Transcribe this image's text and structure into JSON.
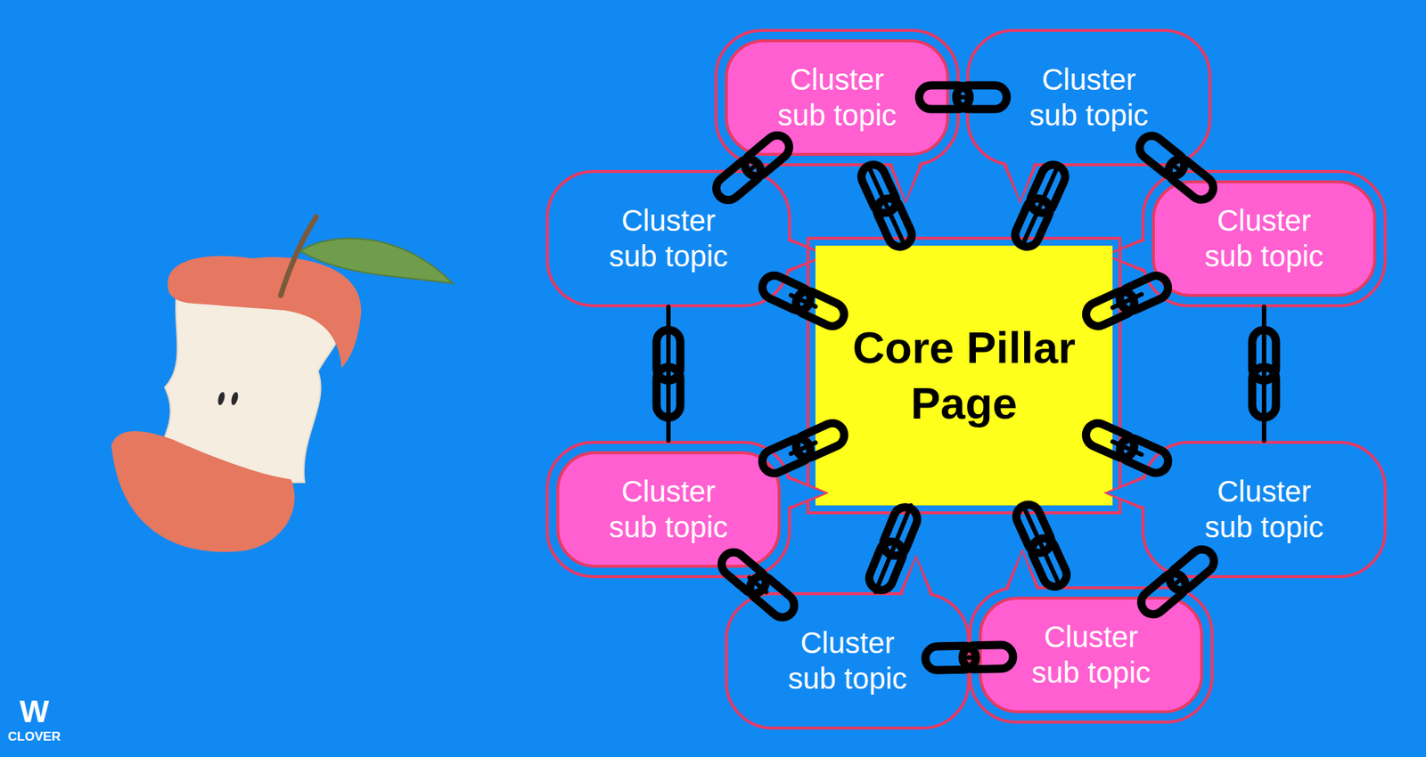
{
  "diagram": {
    "nodes": [
      {
        "text": [
          "Cluster sub topic"
        ]
      },
      {
        "text": [
          "Cluster sub topic"
        ]
      },
      {
        "text": [
          "Cluster sub topic"
        ]
      },
      {
        "text": [
          "Cluster sub topic"
        ]
      },
      {
        "text": [
          "Core Pillar Page"
        ]
      },
      {
        "text": [
          "Cluster sub topic"
        ]
      },
      {
        "text": [
          "Cluster sub topic"
        ]
      },
      {
        "text": [
          "Cluster sub topic"
        ]
      },
      {
        "text": [
          "Cluster sub topic"
        ]
      }
    ],
    "edges": [
      {
        "from": 0,
        "to": 4,
        "arrow": "none"
      },
      {
        "from": 1,
        "to": 4,
        "arrow": "none"
      },
      {
        "from": 2,
        "to": 4,
        "arrow": "none"
      },
      {
        "from": 3,
        "to": 4,
        "arrow": "none"
      },
      {
        "from": 5,
        "to": 4,
        "arrow": "none"
      },
      {
        "from": 6,
        "to": 4,
        "arrow": "none"
      },
      {
        "from": 7,
        "to": 4,
        "arrow": "none"
      },
      {
        "from": 8,
        "to": 4,
        "arrow": "none"
      },
      {
        "from": 0,
        "to": 1,
        "arrow": "none"
      },
      {
        "from": 0,
        "to": 2,
        "arrow": "none"
      },
      {
        "from": 1,
        "to": 3,
        "arrow": "none"
      },
      {
        "from": 2,
        "to": 5,
        "arrow": "none"
      },
      {
        "from": 3,
        "to": 6,
        "arrow": "none"
      },
      {
        "from": 5,
        "to": 7,
        "arrow": "none"
      },
      {
        "from": 7,
        "to": 8,
        "arrow": "none"
      },
      {
        "from": 6,
        "to": 8,
        "arrow": "none"
      }
    ],
    "labels": [
      "W",
      "CLOVER"
    ]
  }
}
